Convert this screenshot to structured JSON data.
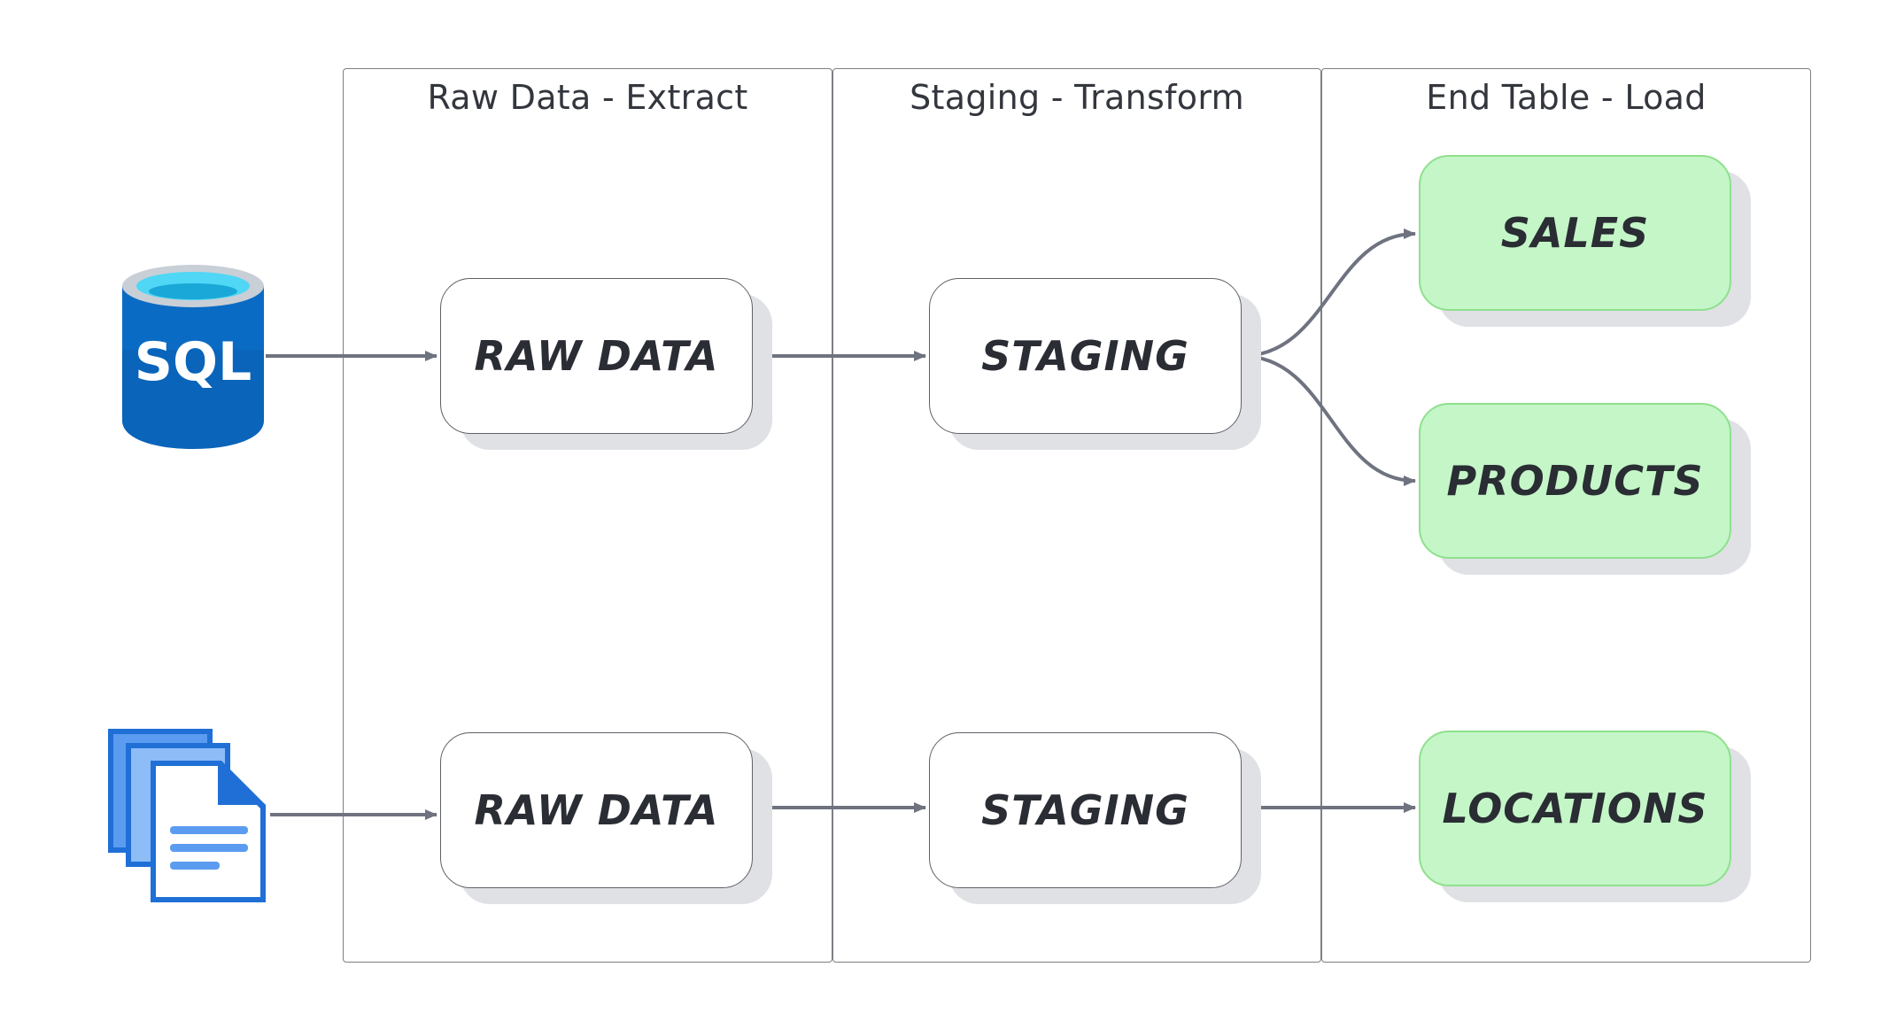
{
  "lanes": [
    {
      "title": "Raw Data - Extract"
    },
    {
      "title": "Staging - Transform"
    },
    {
      "title": "End Table - Load"
    }
  ],
  "sources": {
    "sql": {
      "icon": "sql-database-icon",
      "label": "SQL"
    },
    "files": {
      "icon": "documents-icon"
    }
  },
  "nodes": {
    "raw_top": "RAW DATA",
    "staging_top": "STAGING",
    "raw_bottom": "RAW DATA",
    "staging_bottom": "STAGING",
    "sales": "SALES",
    "products": "PRODUCTS",
    "locations": "LOCATIONS"
  },
  "colors": {
    "lane_border": "#7d7f85",
    "node_border": "#5f6168",
    "end_table_fill": "#c4f6c8",
    "end_table_border": "#8fe08c",
    "arrow": "#6f7380",
    "sql_blue": "#0a6bc4",
    "sql_cyan": "#4fd7f5",
    "file_blue": "#1f6fd6"
  }
}
